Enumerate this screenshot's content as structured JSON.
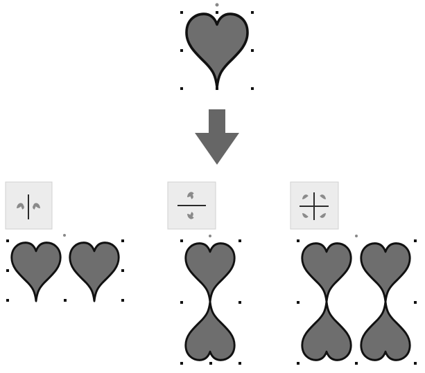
{
  "toolbar": {
    "buttons": [
      {
        "name": "mirror-horizontal",
        "icon": "mirror-horizontal-icon"
      },
      {
        "name": "mirror-vertical",
        "icon": "mirror-vertical-icon"
      },
      {
        "name": "mirror-both",
        "icon": "mirror-both-icon"
      }
    ]
  },
  "colors": {
    "shape_fill": "#6e6e6e",
    "shape_stroke": "#111111",
    "arrow": "#666666",
    "button_background": "#ececec"
  }
}
